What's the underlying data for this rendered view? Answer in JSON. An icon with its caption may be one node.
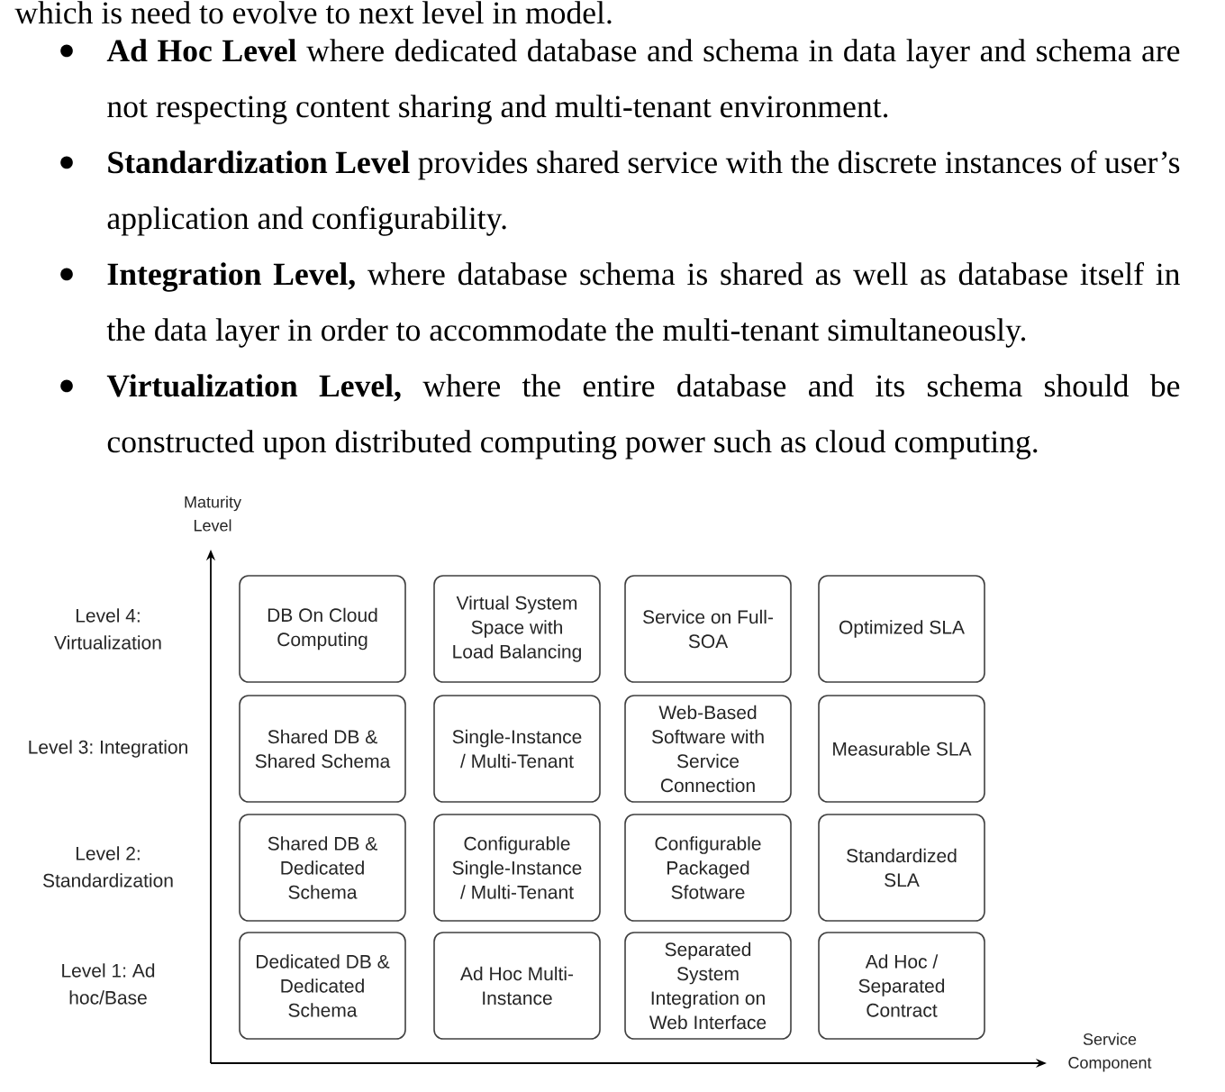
{
  "diagram": {
    "nodes": [
      {
        "text": [
          "DB On Cloud Computing"
        ]
      },
      {
        "text": [
          "Virtual System Space with Load Balancing"
        ]
      },
      {
        "text": [
          "Service on Full-SOA"
        ]
      },
      {
        "text": [
          "Optimized SLA"
        ]
      },
      {
        "text": [
          "Shared DB & Shared Schema"
        ]
      },
      {
        "text": [
          "Single-Instance / Multi-Tenant"
        ]
      },
      {
        "text": [
          "Web-Based Software with Service Connection"
        ]
      },
      {
        "text": [
          "Measurable SLA"
        ]
      },
      {
        "text": [
          "Shared DB & Dedicated Schema"
        ]
      },
      {
        "text": [
          "Configurable Single-Instance / Multi-Tenant"
        ]
      },
      {
        "text": [
          "Configurable Packaged Sfotware"
        ]
      },
      {
        "text": [
          "Standardized SLA"
        ]
      },
      {
        "text": [
          "Dedicated DB & Dedicated Schema"
        ]
      },
      {
        "text": [
          "Ad Hoc Multi-Instance"
        ]
      },
      {
        "text": [
          "Separated System Integration on Web Interface"
        ]
      },
      {
        "text": [
          "Ad Hoc / Separated Contract"
        ]
      }
    ],
    "labels": [
      "which is need to evolve to next level in model.",
      "**Ad Hoc Level** where dedicated database and schema in data layer and schema are not respecting content sharing and multi-tenant environment.",
      "**Standardization Level** provides shared service with the discrete instances of user’s application and configurability.",
      "**Integration Level,** where database schema is shared as well as database itself in the data layer in order to accommodate the multi-tenant simultaneously.",
      "**Virtualization Level,** where the entire database and its schema should be constructed upon distributed computing power such as cloud computing.",
      "Maturity Level",
      "Level 4: Virtualization",
      "Level 3: Integration",
      "Level 2: Standardization",
      "Level 1: Ad hoc/Base",
      "Service Component"
    ]
  }
}
